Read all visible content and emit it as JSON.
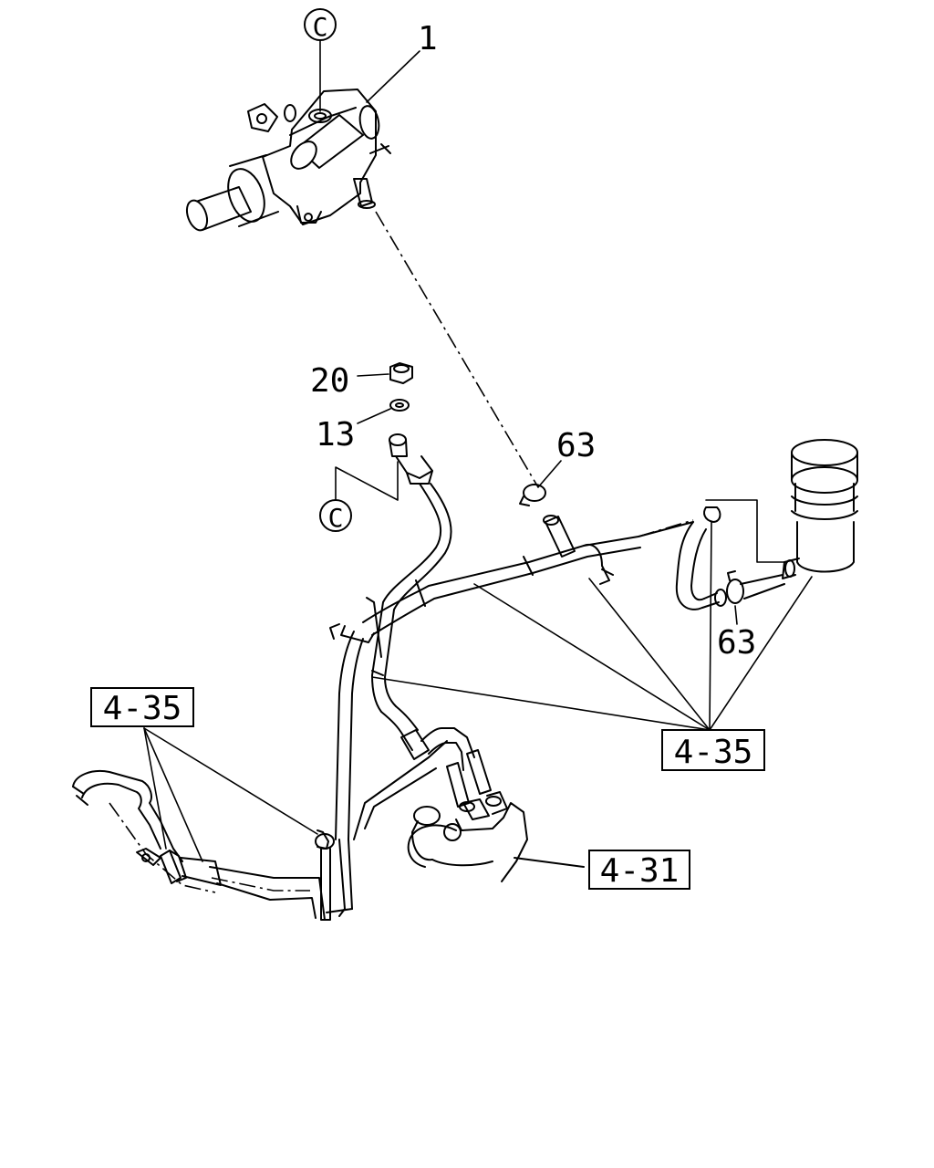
{
  "callouts": {
    "pump": "1",
    "nut": "20",
    "washer": "13",
    "clamp_upper": "63",
    "clamp_lower": "63",
    "circle_top": "C",
    "circle_bottom": "C"
  },
  "refs": {
    "left": "4-35",
    "right": "4-35",
    "gearbox": "4-31"
  }
}
